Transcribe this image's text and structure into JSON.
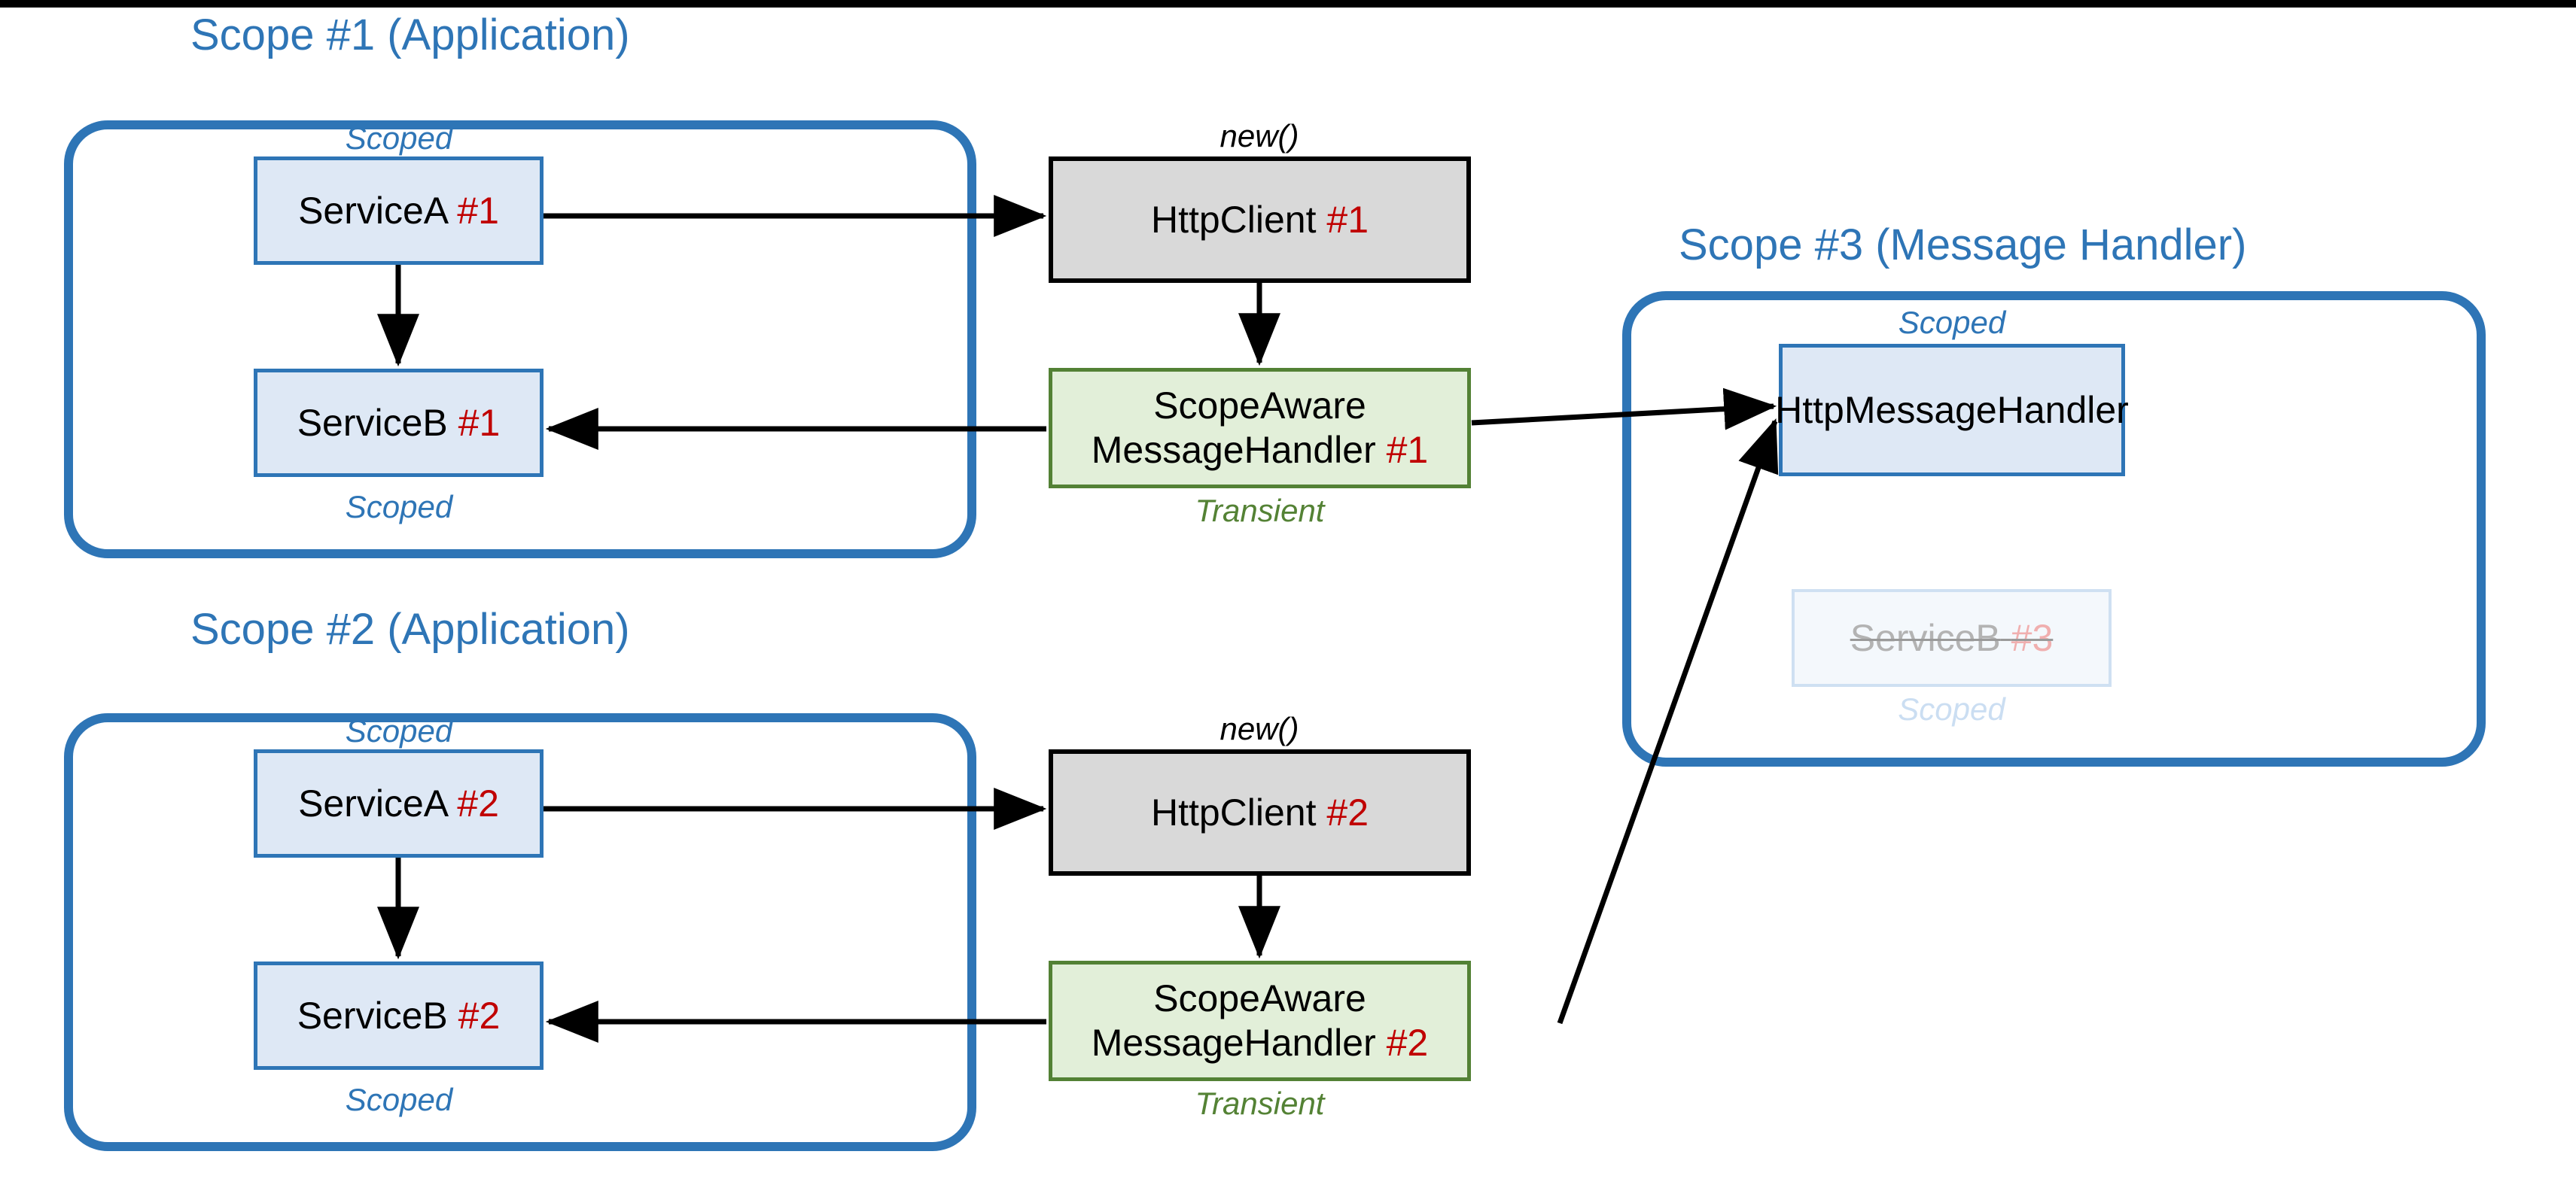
{
  "diagram": {
    "title_color": "#2E75B6",
    "accent_red": "#C00000",
    "accent_green": "#548235"
  },
  "scopes": [
    {
      "id": "scope1",
      "title": "Scope #1 (Application)"
    },
    {
      "id": "scope2",
      "title": "Scope #2 (Application)"
    },
    {
      "id": "scope3",
      "title": "Scope #3 (Message Handler)"
    }
  ],
  "nodes": {
    "serviceA1": {
      "name": "ServiceA",
      "num": "#1",
      "lifetime_above": "Scoped"
    },
    "serviceB1": {
      "name": "ServiceB",
      "num": "#1",
      "lifetime_below": "Scoped"
    },
    "httpClient1": {
      "name": "HttpClient",
      "num": "#1",
      "lifetime_above": "new()"
    },
    "handler1_line1": "ScopeAware",
    "handler1_line2": "MessageHandler",
    "handler1_num": "#1",
    "handler1_lifetime_below": "Transient",
    "serviceA2": {
      "name": "ServiceA",
      "num": "#2",
      "lifetime_above": "Scoped"
    },
    "serviceB2": {
      "name": "ServiceB",
      "num": "#2",
      "lifetime_below": "Scoped"
    },
    "httpClient2": {
      "name": "HttpClient",
      "num": "#2",
      "lifetime_above": "new()"
    },
    "handler2_line1": "ScopeAware",
    "handler2_line2": "MessageHandler",
    "handler2_num": "#2",
    "handler2_lifetime_below": "Transient",
    "httpMessageHandler": {
      "name": "HttpMessageHandler",
      "num": "",
      "lifetime_above": "Scoped"
    },
    "serviceB3": {
      "name": "ServiceB",
      "num": "#3",
      "lifetime_below": "Scoped"
    }
  },
  "edges": [
    {
      "from": "ServiceA #1",
      "to": "HttpClient #1"
    },
    {
      "from": "ServiceA #1",
      "to": "ServiceB #1"
    },
    {
      "from": "HttpClient #1",
      "to": "ScopeAwareMessageHandler #1"
    },
    {
      "from": "ScopeAwareMessageHandler #1",
      "to": "ServiceB #1"
    },
    {
      "from": "ScopeAwareMessageHandler #1",
      "to": "HttpMessageHandler"
    },
    {
      "from": "ServiceA #2",
      "to": "HttpClient #2"
    },
    {
      "from": "ServiceA #2",
      "to": "ServiceB #2"
    },
    {
      "from": "HttpClient #2",
      "to": "ScopeAwareMessageHandler #2"
    },
    {
      "from": "ScopeAwareMessageHandler #2",
      "to": "ServiceB #2"
    },
    {
      "from": "ScopeAwareMessageHandler #2",
      "to": "HttpMessageHandler"
    }
  ]
}
